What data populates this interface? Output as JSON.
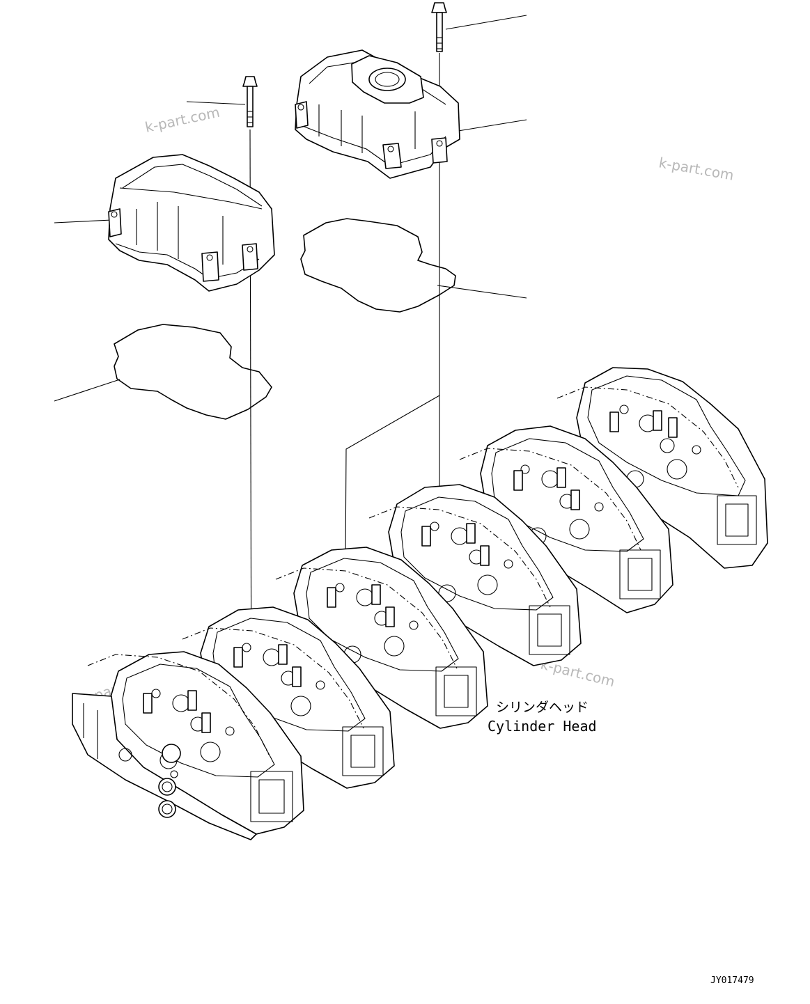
{
  "labels": {
    "part_name_jp": "シリンダヘッド",
    "part_name_en": "Cylinder Head",
    "drawing_code": "JY017479"
  },
  "watermark": "k-part.com",
  "colors": {
    "line": "#000000",
    "watermark": "#b8b8b8",
    "background": "#ffffff"
  }
}
